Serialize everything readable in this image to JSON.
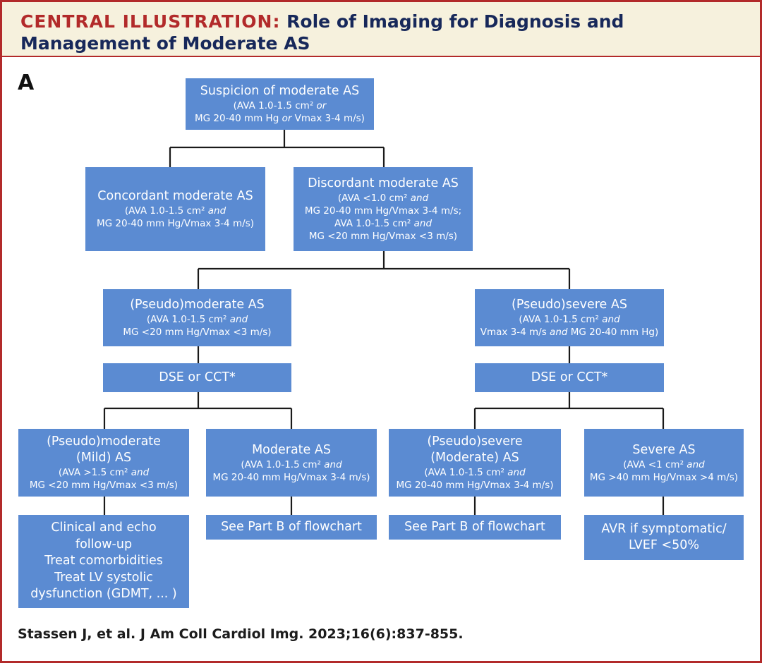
{
  "header": {
    "title_prefix": "CENTRAL ILLUSTRATION:",
    "title_rest": "Role of Imaging for Diagnosis and Management of Moderate AS"
  },
  "panel_label": "A",
  "nodes": {
    "suspicion": {
      "title": "Suspicion of moderate AS",
      "sub_html": "(AVA 1.0-1.5 cm² <i>or</i>\nMG 20-40 mm Hg <i>or</i> Vmax 3-4 m/s)"
    },
    "concordant": {
      "title": "Concordant moderate AS",
      "sub_html": "(AVA 1.0-1.5 cm² <i>and</i>\nMG 20-40 mm Hg/Vmax 3-4 m/s)"
    },
    "discordant": {
      "title": "Discordant moderate AS",
      "sub_html": "(AVA <1.0 cm² <i>and</i>\nMG 20-40 mm Hg/Vmax 3-4 m/s;\nAVA 1.0-1.5 cm² <i>and</i>\nMG <20 mm Hg/Vmax <3 m/s)"
    },
    "pseudo_moderate": {
      "title": "(Pseudo)moderate AS",
      "sub_html": "(AVA 1.0-1.5 cm² <i>and</i>\nMG <20 mm Hg/Vmax <3 m/s)"
    },
    "pseudo_severe": {
      "title": "(Pseudo)severe AS",
      "sub_html": "(AVA 1.0-1.5 cm² <i>and</i>\nVmax 3-4 m/s <i>and</i> MG 20-40 mm Hg)"
    },
    "dse_left": {
      "title": "DSE or CCT*"
    },
    "dse_right": {
      "title": "DSE or CCT*"
    },
    "mild": {
      "title": "(Pseudo)moderate\n(Mild) AS",
      "sub_html": "(AVA >1.5 cm² <i>and</i>\nMG <20 mm Hg/Vmax <3 m/s)"
    },
    "moderate": {
      "title": "Moderate AS",
      "sub_html": "(AVA 1.0-1.5 cm² <i>and</i>\nMG 20-40 mm Hg/Vmax 3-4 m/s)"
    },
    "moderate_sev": {
      "title": "(Pseudo)severe\n(Moderate) AS",
      "sub_html": "(AVA 1.0-1.5 cm² <i>and</i>\nMG 20-40 mm Hg/Vmax 3-4 m/s)"
    },
    "severe": {
      "title": "Severe AS",
      "sub_html": "(AVA <1 cm² <i>and</i>\nMG >40 mm Hg/Vmax >4 m/s)"
    },
    "followup": {
      "body": "Clinical and echo\nfollow-up\nTreat comorbidities\nTreat LV systolic\ndysfunction (GDMT, ... )"
    },
    "partb_1": {
      "body": "See Part B of flowchart"
    },
    "partb_2": {
      "body": "See Part B of flowchart"
    },
    "avr": {
      "body": "AVR if symptomatic/\nLVEF <50%"
    }
  },
  "citation": "Stassen J, et al. J Am Coll Cardiol Img. 2023;16(6):837-855."
}
